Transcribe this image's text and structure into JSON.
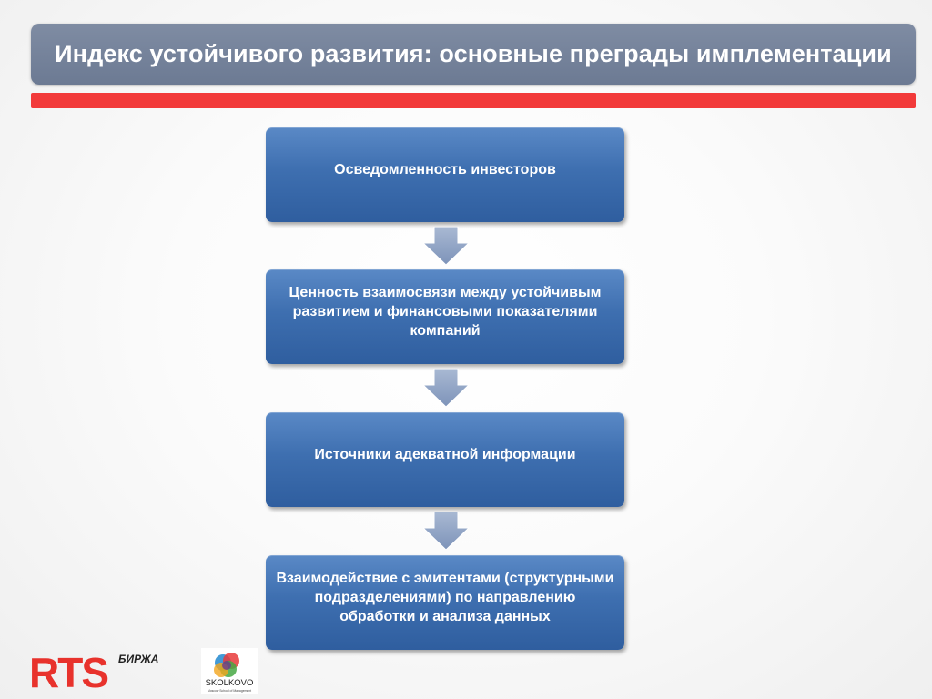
{
  "slide": {
    "title": "Индекс устойчивого развития: основные преграды имплементации"
  },
  "flow": {
    "steps": [
      {
        "text": "Осведомленность инвесторов"
      },
      {
        "text": "Ценность взаимосвязи между устойчивым развитием и финансовыми показателями компаний"
      },
      {
        "text": "Источники адекватной информации"
      },
      {
        "text": "Взаимодействие с эмитентами (структурными подразделениями) по направлению обработки и анализа данных"
      }
    ]
  },
  "logos": {
    "rts": {
      "mark": "RTS",
      "label": "БИРЖА"
    },
    "skolkovo": {
      "label": "SKOLKOVO",
      "tagline": "Moscow School of Management"
    }
  },
  "colors": {
    "title_bar": "#7a879e",
    "accent_red": "#f23a3a",
    "box_blue": "#3e6fb0",
    "arrow": "#8fa3c4",
    "rts_red": "#e8322c"
  }
}
